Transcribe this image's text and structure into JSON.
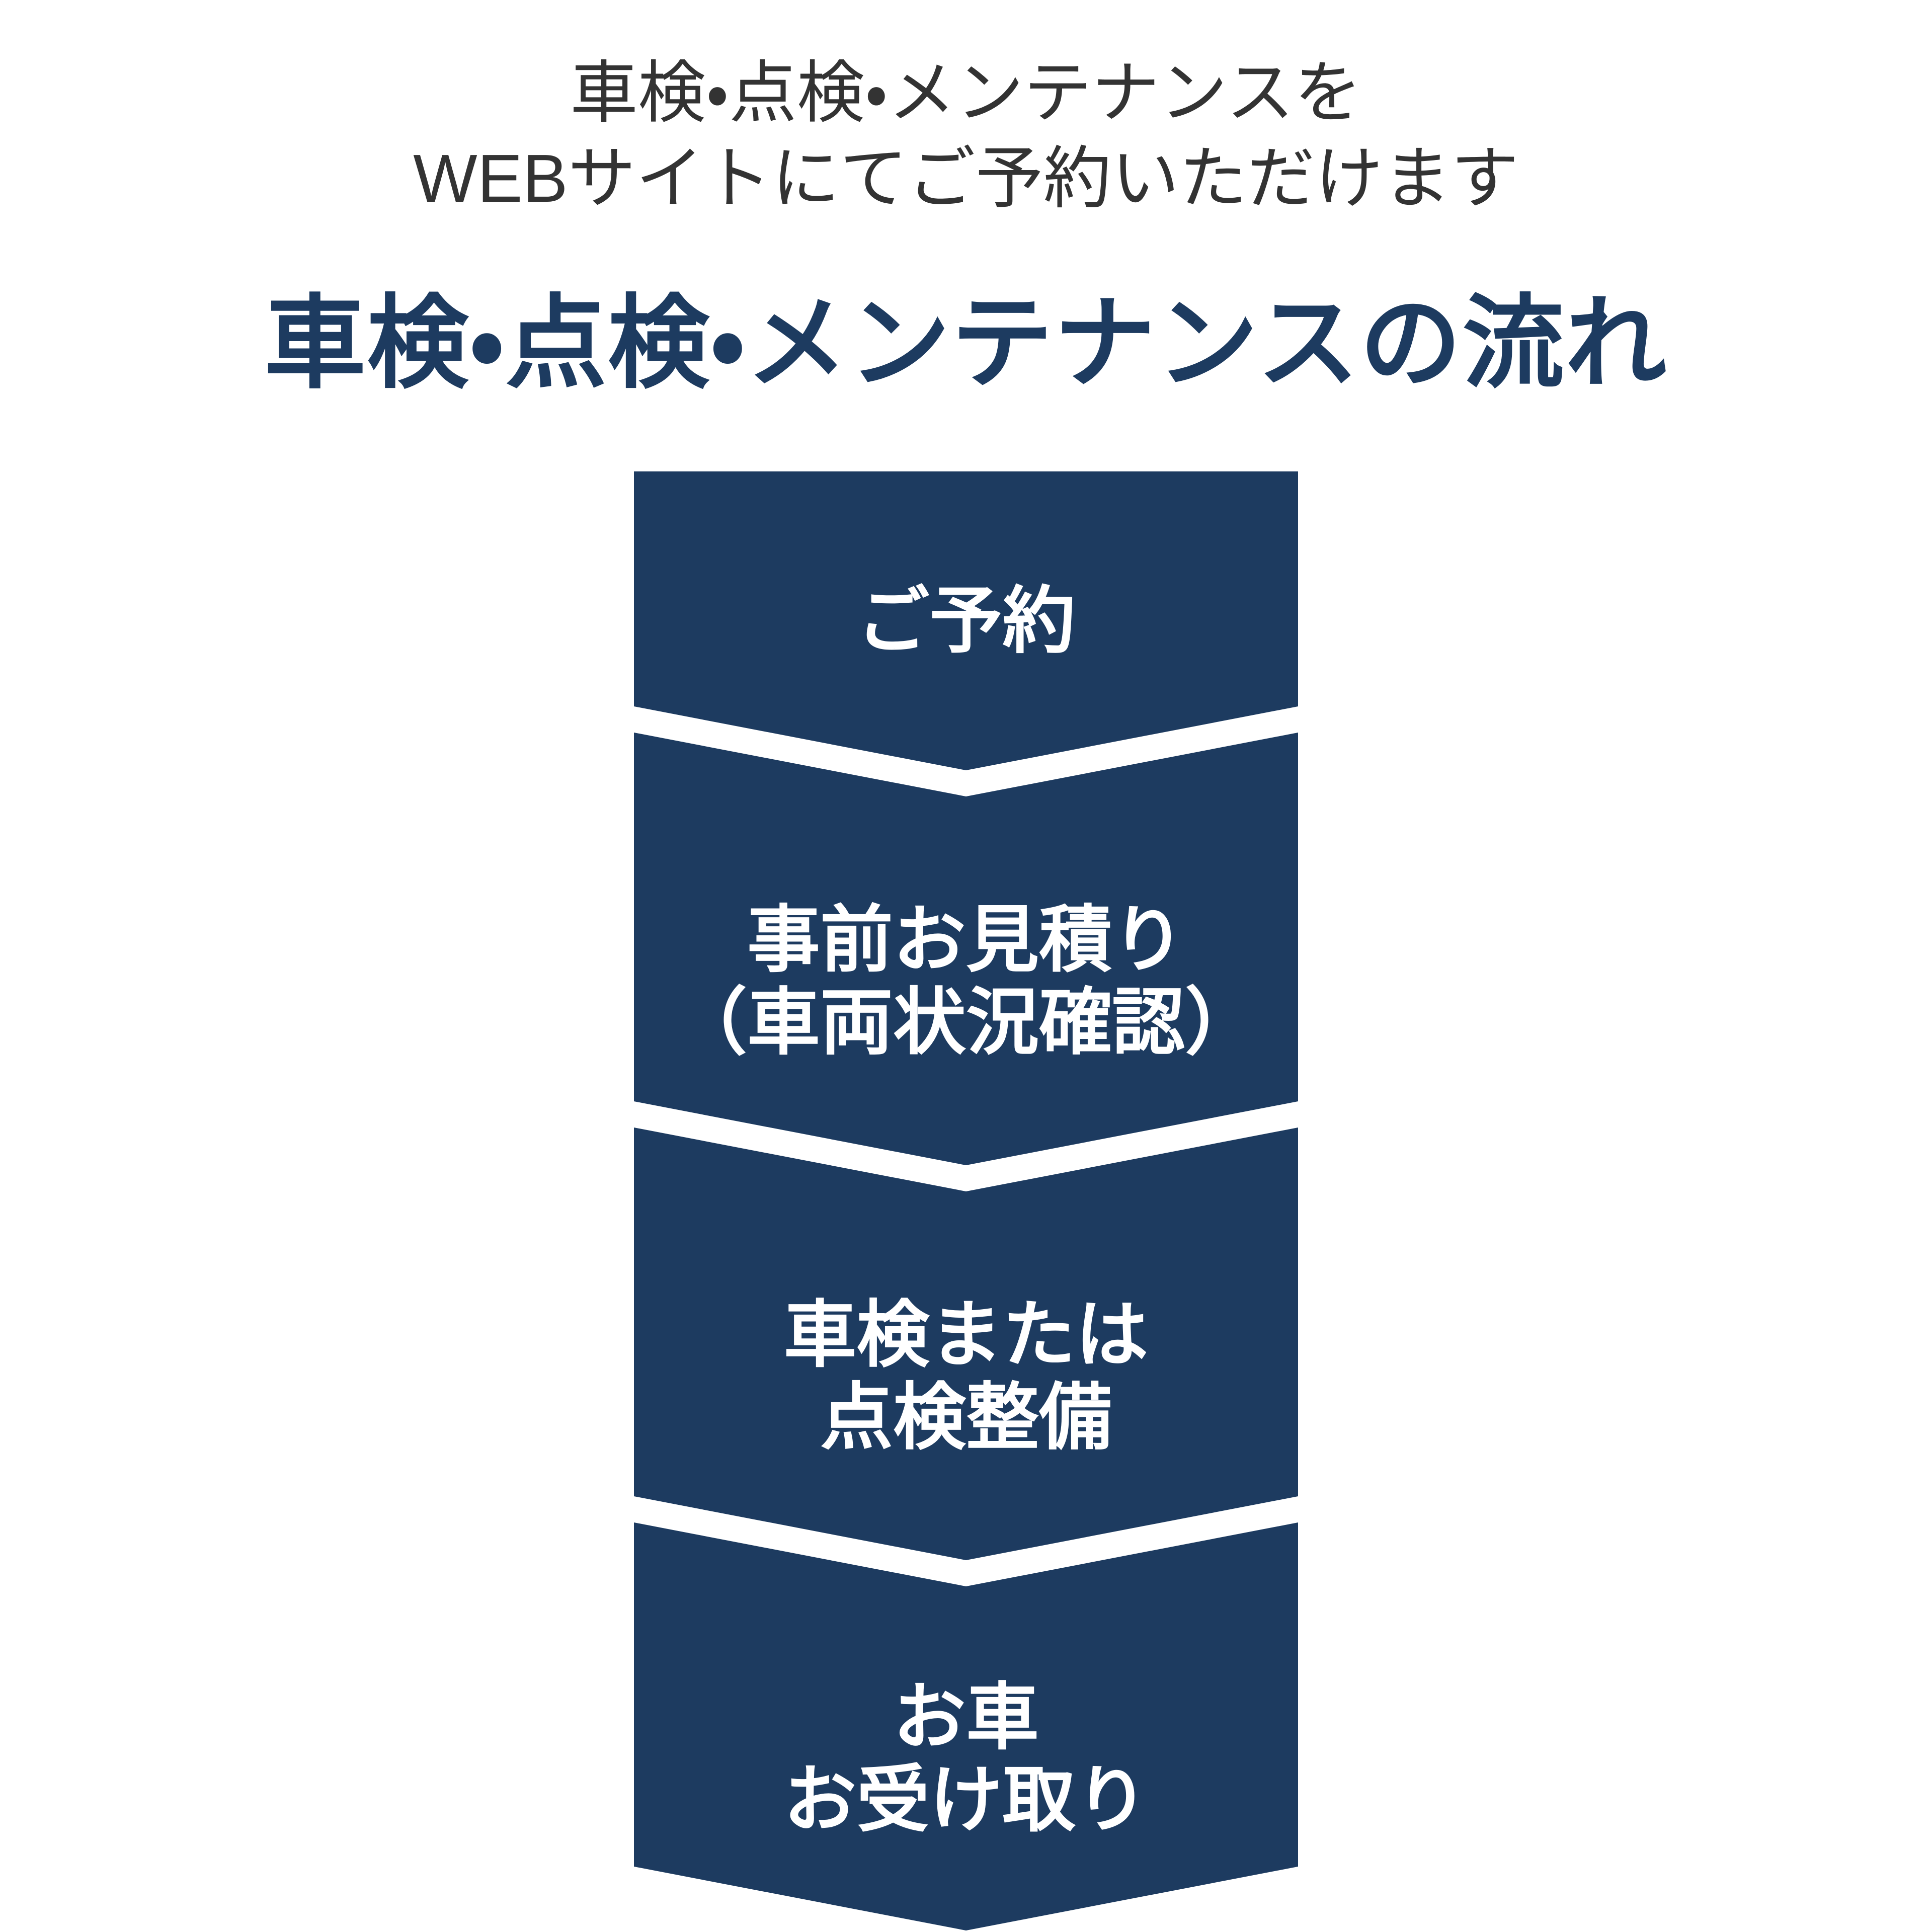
{
  "page": {
    "background": "#ffffff",
    "accent_navy": "#1d3b60",
    "intro": {
      "color": "#333333",
      "line1": "車検・点検・メンテナンスを",
      "line2": "WEBサイトにてご予約いただけます"
    },
    "title": {
      "color": "#1d3b60",
      "text": "車検・点検・メンテナンスの流れ"
    },
    "flow": {
      "text_color": "#ffffff",
      "steps": [
        {
          "id": "reservation",
          "lines": [
            "ご予約"
          ]
        },
        {
          "id": "estimate",
          "lines": [
            "事前お見積り",
            "（車両状況確認）"
          ]
        },
        {
          "id": "inspection-maintenance",
          "lines": [
            "車検または",
            "点検整備"
          ]
        },
        {
          "id": "car-pickup",
          "lines": [
            "お車",
            "お受け取り"
          ]
        }
      ]
    }
  }
}
